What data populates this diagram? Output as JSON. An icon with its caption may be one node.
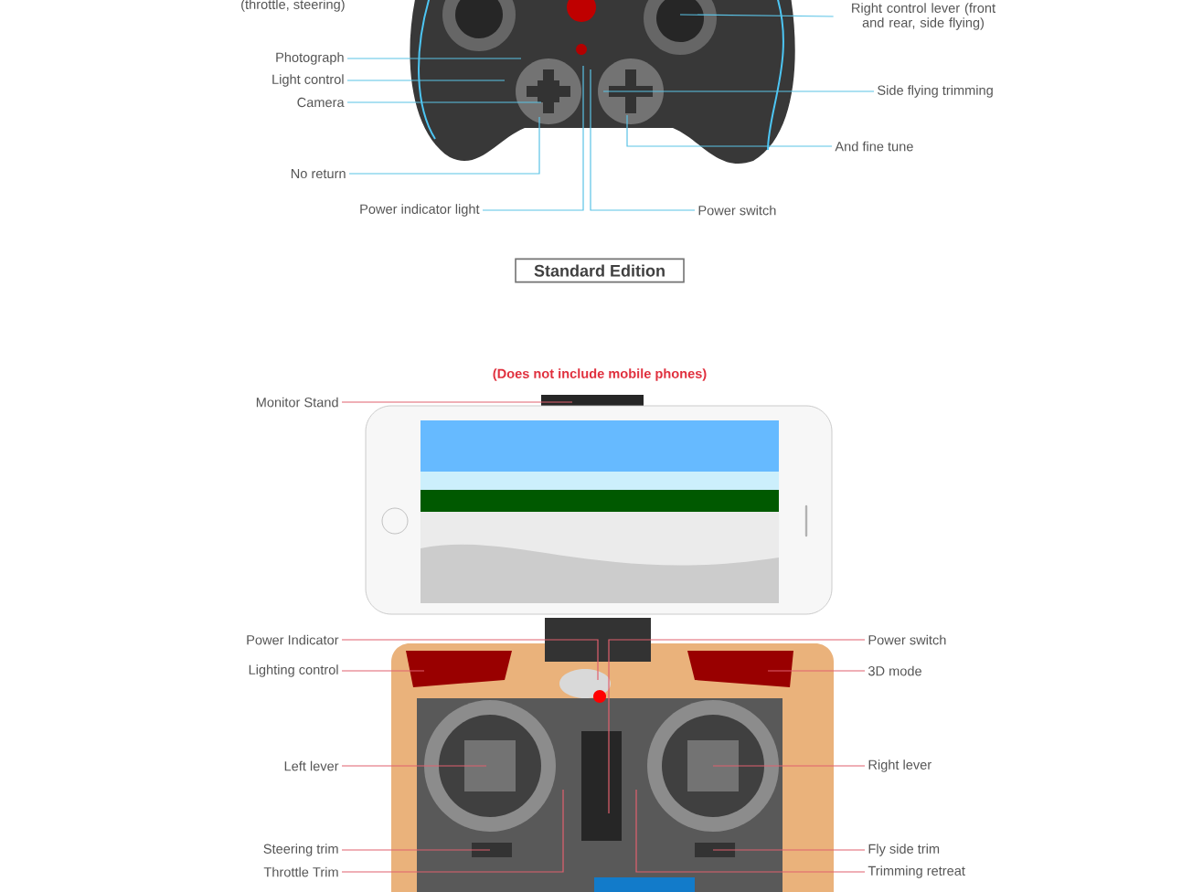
{
  "diagram": {
    "nodes": [
      {
        "text": [
          "Photograph"
        ]
      },
      {
        "text": [
          "Light control"
        ]
      },
      {
        "text": [
          "Camera"
        ]
      },
      {
        "text": [
          "No return"
        ]
      },
      {
        "text": [
          "Power indicator light"
        ]
      },
      {
        "text": [
          "Right control lever (front and rear, side flying)"
        ]
      },
      {
        "text": [
          "Side flying trimming"
        ]
      },
      {
        "text": [
          "And fine tune"
        ]
      },
      {
        "text": [
          "Power switch"
        ]
      },
      {
        "text": [
          "Standard Edition"
        ]
      },
      {
        "text": [
          "Monitor Stand"
        ]
      },
      {
        "text": [
          "Power Indicator"
        ]
      },
      {
        "text": [
          "Lighting control"
        ]
      },
      {
        "text": [
          "Left lever"
        ]
      },
      {
        "text": [
          "Steering trim"
        ]
      },
      {
        "text": [
          "Throttle Trim"
        ]
      },
      {
        "text": [
          "Power switch"
        ]
      },
      {
        "text": [
          "3D mode"
        ]
      },
      {
        "text": [
          "Right lever"
        ]
      },
      {
        "text": [
          "Fly side trim"
        ]
      },
      {
        "text": [
          "Trimming retreat"
        ]
      }
    ],
    "edges": [
      {
        "from": 0,
        "to": null,
        "arrow": "none",
        "color": "#5bc3e6"
      },
      {
        "from": 1,
        "to": null,
        "arrow": "none",
        "color": "#5bc3e6"
      },
      {
        "from": 2,
        "to": null,
        "arrow": "none",
        "color": "#5bc3e6"
      },
      {
        "from": 3,
        "to": null,
        "arrow": "none",
        "color": "#5bc3e6"
      },
      {
        "from": 4,
        "to": null,
        "arrow": "none",
        "color": "#5bc3e6"
      },
      {
        "from": 5,
        "to": null,
        "arrow": "none",
        "color": "#5bc3e6"
      },
      {
        "from": 6,
        "to": null,
        "arrow": "none",
        "color": "#5bc3e6"
      },
      {
        "from": 7,
        "to": null,
        "arrow": "none",
        "color": "#5bc3e6"
      },
      {
        "from": 8,
        "to": null,
        "arrow": "none",
        "color": "#5bc3e6"
      },
      {
        "from": 10,
        "to": null,
        "arrow": "none",
        "color": "#e0606e"
      },
      {
        "from": 11,
        "to": null,
        "arrow": "none",
        "color": "#e0606e"
      },
      {
        "from": 12,
        "to": null,
        "arrow": "none",
        "color": "#e0606e"
      },
      {
        "from": 13,
        "to": null,
        "arrow": "none",
        "color": "#e0606e"
      },
      {
        "from": 14,
        "to": null,
        "arrow": "none",
        "color": "#e0606e"
      },
      {
        "from": 15,
        "to": null,
        "arrow": "none",
        "color": "#e0606e"
      },
      {
        "from": 16,
        "to": null,
        "arrow": "none",
        "color": "#e0606e"
      },
      {
        "from": 17,
        "to": null,
        "arrow": "none",
        "color": "#e0606e"
      },
      {
        "from": 18,
        "to": null,
        "arrow": "none",
        "color": "#e0606e"
      },
      {
        "from": 19,
        "to": null,
        "arrow": "none",
        "color": "#e0606e"
      },
      {
        "from": 20,
        "to": null,
        "arrow": "none",
        "color": "#e0606e"
      }
    ],
    "labels": [
      "(throttle, steering)",
      "(Does not include mobile phones)"
    ]
  }
}
